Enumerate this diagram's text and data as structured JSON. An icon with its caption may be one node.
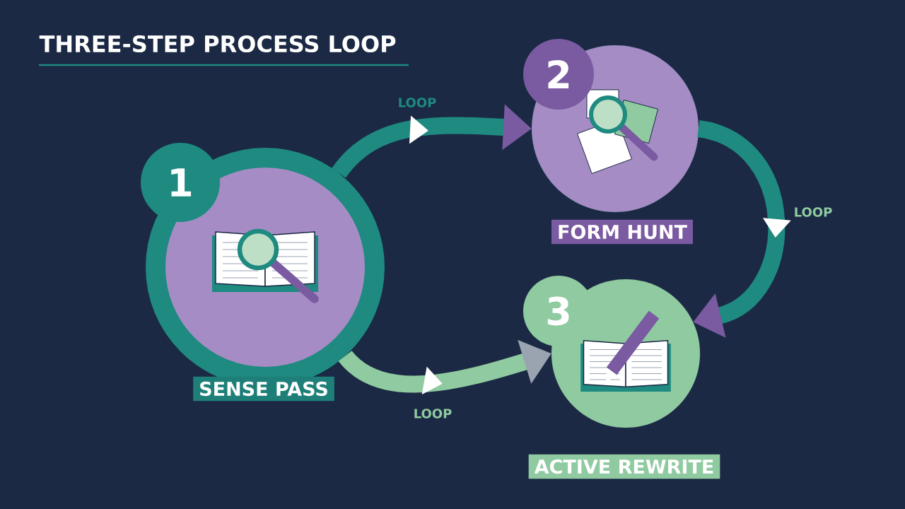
{
  "diagram": {
    "title": "THREE-STEP PROCESS LOOP",
    "nodes": [
      {
        "text": [
          "1",
          "SENSE PASS"
        ]
      },
      {
        "text": [
          "2",
          "FORM HUNT"
        ]
      },
      {
        "text": [
          "3",
          "ACTIVE REWRITE"
        ]
      }
    ],
    "edges": [
      {
        "from": 0,
        "to": 1,
        "arrow": "to",
        "label": "LOOP"
      },
      {
        "from": 1,
        "to": 2,
        "arrow": "to",
        "label": "LOOP"
      },
      {
        "from": 0,
        "to": 2,
        "arrow": "to",
        "label": "LOOP",
        "color": "#8fcaa0"
      }
    ]
  }
}
